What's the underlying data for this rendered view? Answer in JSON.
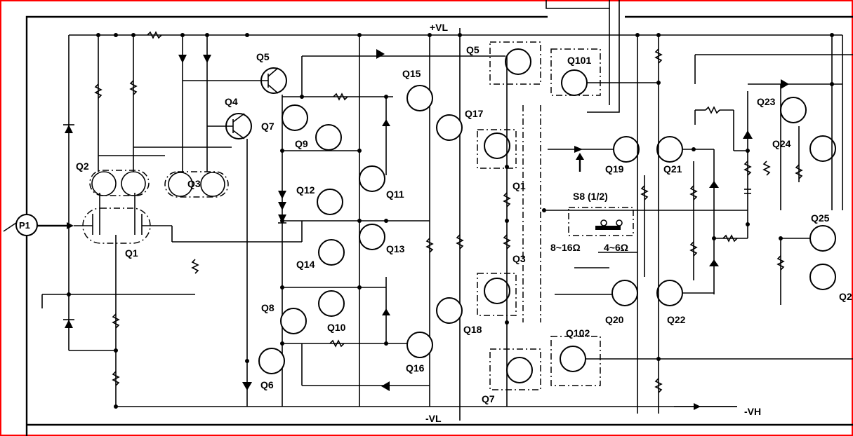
{
  "labels": {
    "p1": "P1",
    "vl_pos": "+VL",
    "vl_neg": "-VL",
    "vh_neg": "-VH",
    "q1_left": "Q1",
    "q2": "Q2",
    "q3": "Q3",
    "q4": "Q4",
    "q5_left": "Q5",
    "q6": "Q6",
    "q7_left": "Q7",
    "q8": "Q8",
    "q9": "Q9",
    "q10": "Q10",
    "q11": "Q11",
    "q12": "Q12",
    "q13": "Q13",
    "q14": "Q14",
    "q15": "Q15",
    "q16": "Q16",
    "q17": "Q17",
    "q18": "Q18",
    "q19": "Q19",
    "q20": "Q20",
    "q21": "Q21",
    "q22": "Q22",
    "q23": "Q23",
    "q24": "Q24",
    "q25": "Q25",
    "q26_partial": "Q2",
    "q5_right": "Q5",
    "q101": "Q101",
    "q1_right": "Q1",
    "q3_right": "Q3",
    "q102": "Q102",
    "q7_right": "Q7",
    "s8": "S8 (1/2)",
    "impedance_left": "8~16Ω",
    "impedance_right": "4~6Ω"
  }
}
